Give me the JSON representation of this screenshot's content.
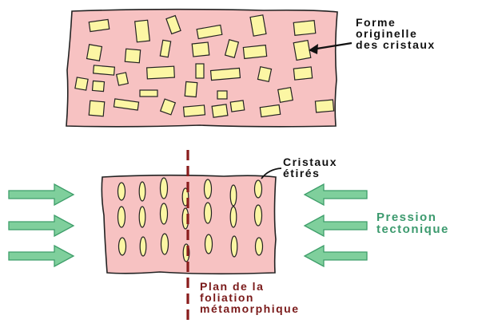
{
  "labels": {
    "original_shape": [
      "Forme",
      "originelle",
      "des cristaux"
    ],
    "stretched_crystals": [
      "Cristaux",
      "étirés"
    ],
    "tectonic_pressure": [
      "Pression",
      "tectonique"
    ],
    "foliation_plane": [
      "Plan de la",
      "foliation",
      "métamorphique"
    ]
  },
  "colors": {
    "rock_fill": "#f7c2c2",
    "crystal_fill": "#fcf6a4",
    "outline": "#222222",
    "arrow_fill": "#7fcf9c",
    "arrow_stroke": "#3e9e6a",
    "foliation_line": "#8a1c1c",
    "label_red": "#7a1a1a",
    "label_green": "#3c9a6e"
  }
}
